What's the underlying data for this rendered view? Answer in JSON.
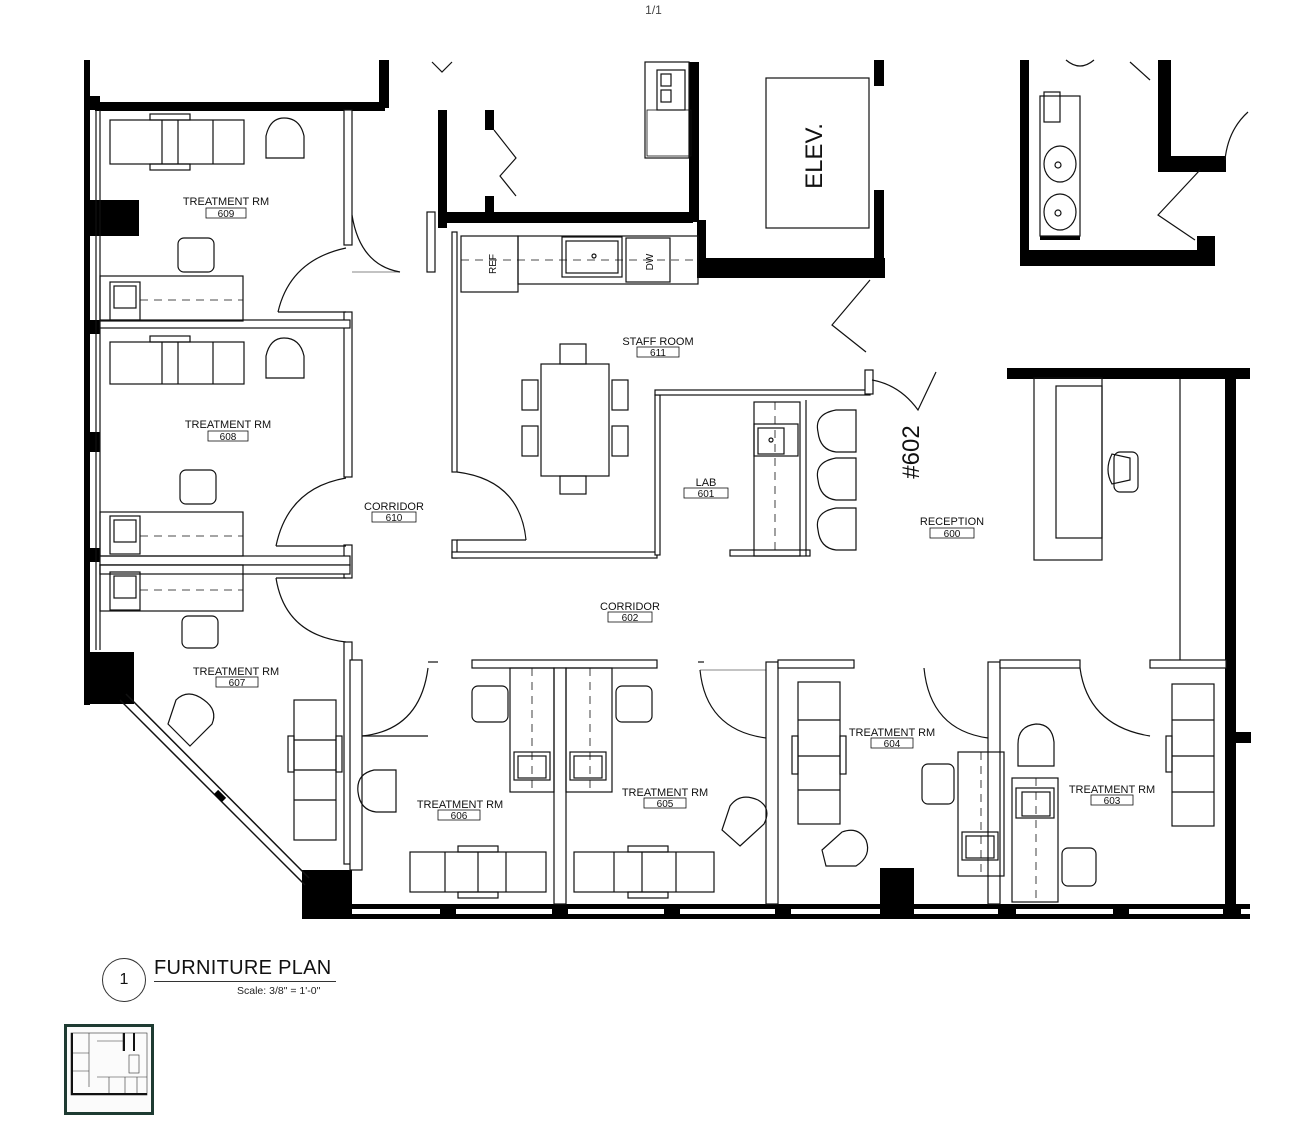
{
  "page": {
    "counter": "1/1"
  },
  "rooms": [
    {
      "id": "609",
      "name": "TREATMENT RM",
      "number": "609"
    },
    {
      "id": "608",
      "name": "TREATMENT RM",
      "number": "608"
    },
    {
      "id": "607",
      "name": "TREATMENT RM",
      "number": "607"
    },
    {
      "id": "610",
      "name": "CORRIDOR",
      "number": "610"
    },
    {
      "id": "611",
      "name": "STAFF ROOM",
      "number": "611"
    },
    {
      "id": "601",
      "name": "LAB",
      "number": "601"
    },
    {
      "id": "600",
      "name": "RECEPTION",
      "number": "600"
    },
    {
      "id": "602",
      "name": "CORRIDOR",
      "number": "602"
    },
    {
      "id": "606",
      "name": "TREATMENT RM",
      "number": "606"
    },
    {
      "id": "605",
      "name": "TREATMENT RM",
      "number": "605"
    },
    {
      "id": "604",
      "name": "TREATMENT RM",
      "number": "604"
    },
    {
      "id": "603",
      "name": "TREATMENT RM",
      "number": "603"
    }
  ],
  "labels": {
    "elevator": "ELEV.",
    "suite": "#602",
    "refrigerator": "REF",
    "dishwasher": "DW"
  },
  "legend": {
    "number": "1",
    "title": "FURNITURE PLAN",
    "scale": "Scale: 3/8\" = 1'-0\""
  }
}
